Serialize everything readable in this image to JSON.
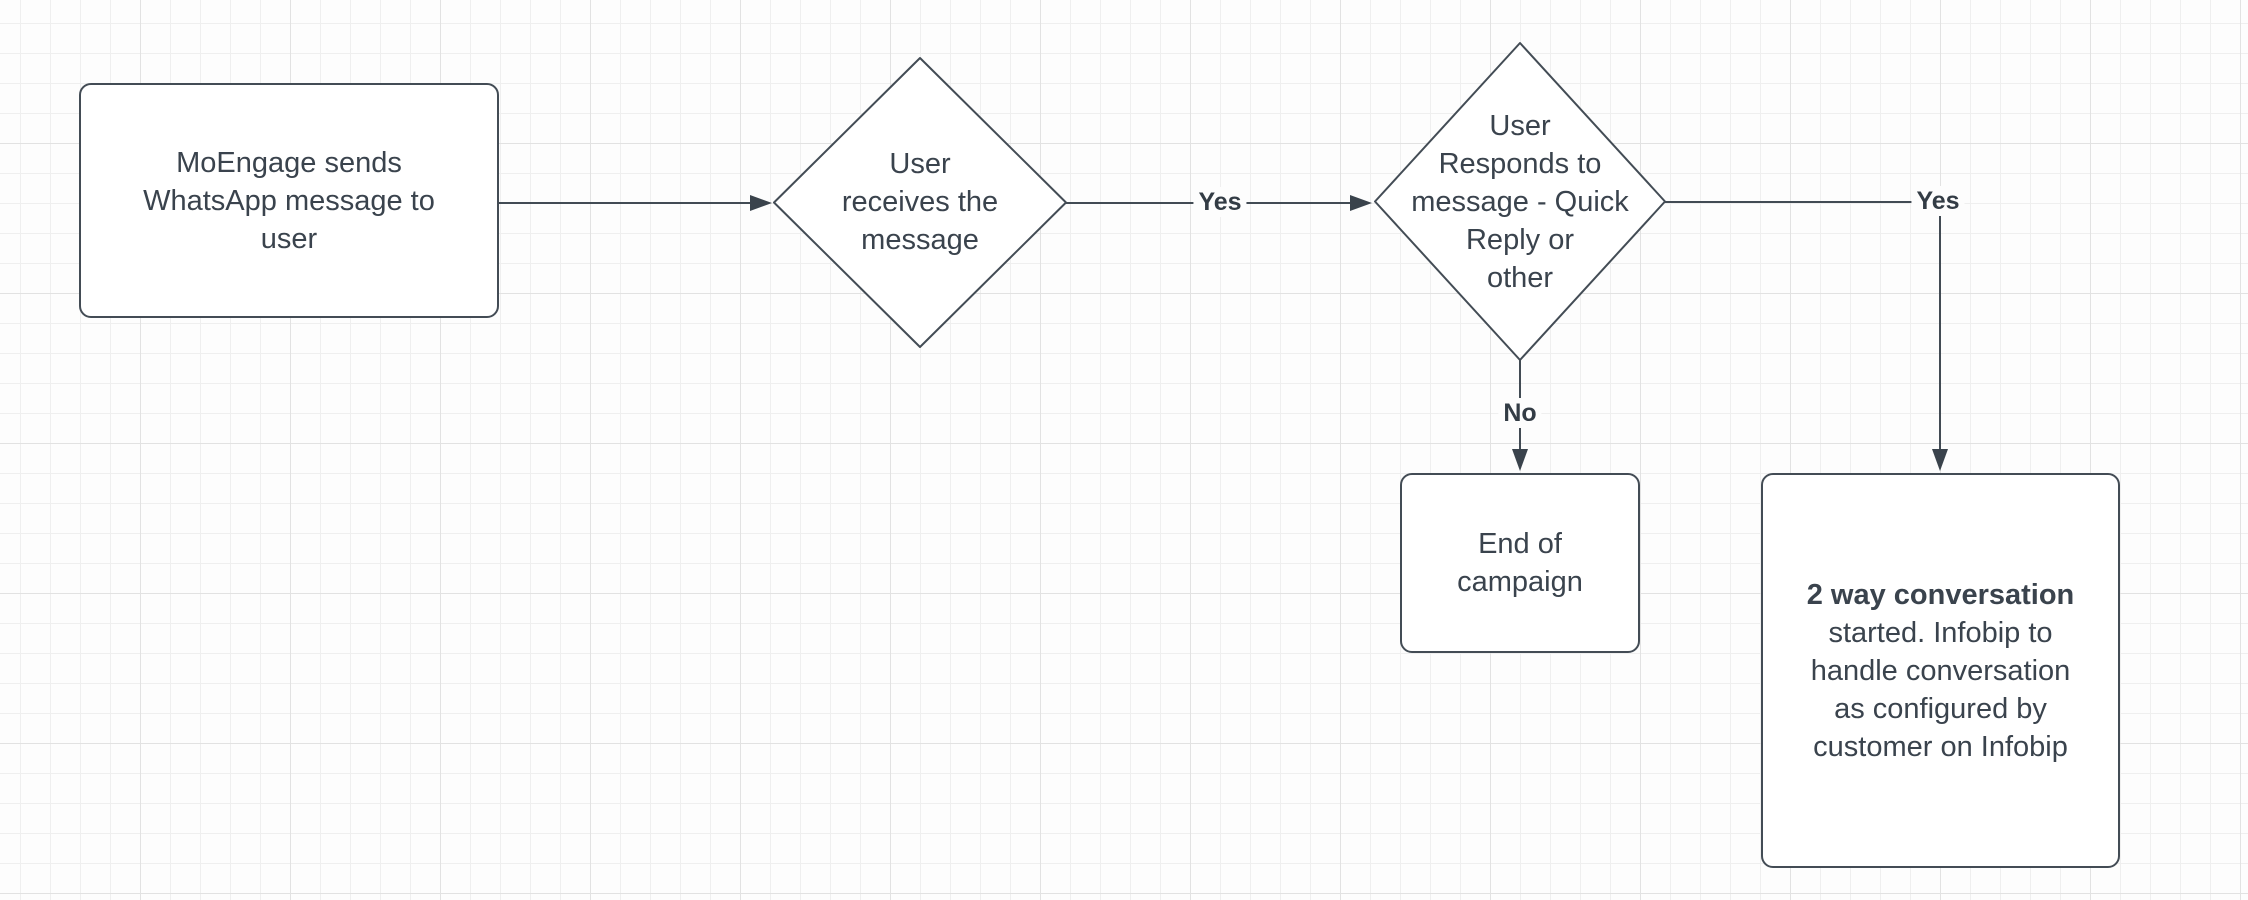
{
  "nodes": {
    "start": {
      "lines": [
        "MoEngage sends",
        "WhatsApp message to",
        "user"
      ]
    },
    "receive": {
      "lines": [
        "User",
        "receives the",
        "message"
      ]
    },
    "respond": {
      "lines": [
        "User",
        "Responds to",
        "message - Quick",
        "Reply or",
        "other"
      ]
    },
    "end": {
      "lines": [
        "End of",
        "campaign"
      ]
    },
    "twoway": {
      "title": "2 way conversation",
      "lines": [
        "started. Infobip to",
        "handle conversation",
        "as configured by",
        "customer on Infobip"
      ]
    }
  },
  "edges": {
    "yes1": {
      "label": "Yes"
    },
    "no": {
      "label": "No"
    },
    "yes2": {
      "label": "Yes"
    }
  },
  "colors": {
    "shape_stroke": "#434c55",
    "shape_fill": "#ffffff",
    "text": "#3a434d",
    "edge_stroke": "#424b54",
    "label_text": "#333c45",
    "canvas_background": "#fdfdfd",
    "grid_minor": "#efefef",
    "grid_major": "#e2e2e2"
  }
}
